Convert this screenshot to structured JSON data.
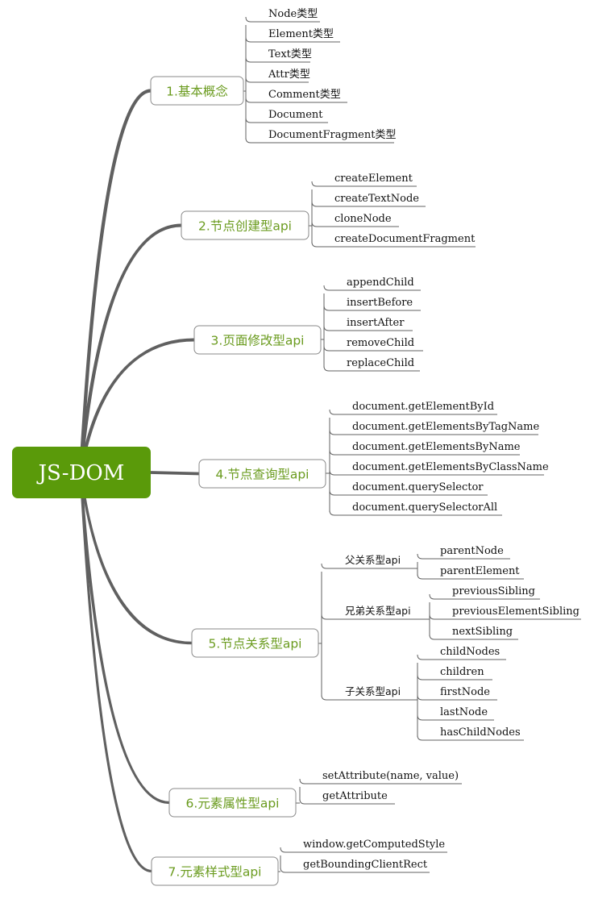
{
  "root": {
    "label": "JS-DOM"
  },
  "branches": [
    {
      "label": "1.基本概念",
      "children": [
        "Node类型",
        "Element类型",
        "Text类型",
        "Attr类型",
        "Comment类型",
        "Document",
        "DocumentFragment类型"
      ]
    },
    {
      "label": "2.节点创建型api",
      "children": [
        "createElement",
        "createTextNode",
        "cloneNode",
        "createDocumentFragment"
      ]
    },
    {
      "label": "3.页面修改型api",
      "children": [
        "appendChild",
        "insertBefore",
        "insertAfter",
        "removeChild",
        "replaceChild"
      ]
    },
    {
      "label": "4.节点查询型api",
      "children": [
        "document.getElementById",
        "document.getElementsByTagName",
        "document.getElementsByName",
        "document.getElementsByClassName",
        "document.querySelector",
        "document.querySelectorAll"
      ]
    },
    {
      "label": "5.节点关系型api",
      "groups": [
        {
          "label": "父关系型api",
          "children": [
            "parentNode",
            "parentElement"
          ]
        },
        {
          "label": "兄弟关系型api",
          "children": [
            "previousSibling",
            "previousElementSibling",
            "nextSibling"
          ]
        },
        {
          "label": "子关系型api",
          "children": [
            "childNodes",
            "children",
            "firstNode",
            "lastNode",
            "hasChildNodes"
          ]
        }
      ]
    },
    {
      "label": "6.元素属性型api",
      "children": [
        "setAttribute(name, value)",
        "getAttribute"
      ]
    },
    {
      "label": "7.元素样式型api",
      "children": [
        "window.getComputedStyle",
        "getBoundingClientRect"
      ]
    }
  ],
  "colors": {
    "root_fill": "#5a9a0a",
    "root_text": "#ffffff",
    "branch_text": "#6a9b1e",
    "line": "#606060",
    "box_border": "#8a8a8a"
  }
}
